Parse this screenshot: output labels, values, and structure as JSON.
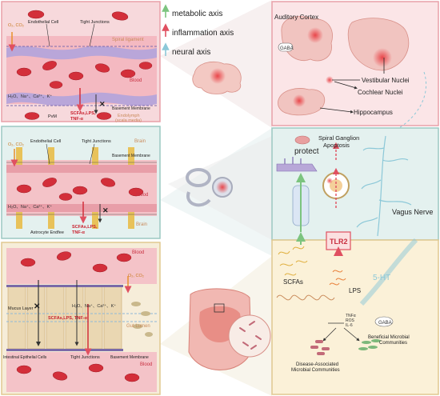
{
  "legend": {
    "metabolic": "metabolic axis",
    "inflammation": "inflammation axis",
    "neural": "neural axis",
    "metabolic_color": "#7cc47f",
    "inflammation_color": "#e05060",
    "neural_color": "#8cc8d8"
  },
  "panel_cochlea": {
    "o2_co2": "O₂, CO₂",
    "endothelial_cell": "Endothelial Cell",
    "tight_junctions": "Tight Junctions",
    "spiral_ligament": "Spiral ligament",
    "blood": "Blood",
    "ions": "H₂O、Na⁺、Ca²⁺、K⁺",
    "scfa": "SCFAs,LPS,",
    "tnf": "TNF-α",
    "pvm": "PvM",
    "basement_membrane": "Basement Membrane",
    "endolymph_1": "Endolymph",
    "endolymph_2": "(scala media)"
  },
  "panel_brain": {
    "o2_co2": "O₂, CO₂",
    "endothelial_cell": "Endothelial Cell",
    "tight_junctions": "Tight Junctions",
    "brain_top": "Brain",
    "basement_membrane": "Basement Membrane",
    "blood": "Blood",
    "ions": "H₂O、Na⁺、Ca²⁺、K⁺",
    "astrocyte": "Astrocyte Endfee",
    "scfa": "SCFAs,LPS,",
    "tnf": "TNF-α",
    "brain_bottom": "Brain"
  },
  "panel_gut": {
    "blood_top": "Blood",
    "o2_co2": "O₂, CO₂",
    "mucus_layer": "Mucus Layer",
    "ions": "H₂O、Na⁺、Ca²⁺、K⁺",
    "scfa": "SCFAs,LPS, TNF-α",
    "gut_lumen": "Gut Lumen",
    "intestinal": "Intestinal Epithelial Cells",
    "tight_junctions": "Tight Junctions",
    "basement_membrane": "Basement Membrane",
    "blood_bottom": "Blood"
  },
  "right_top": {
    "auditory_cortex": "Auditory Cortex",
    "gaba": "GABA",
    "vestibular_nuclei": "Vestibular Nuclei",
    "cochlear_nuclei": "Cochlear Nuclei",
    "hippocampus": "Hippocampus"
  },
  "right_mid": {
    "protect": "protect",
    "apoptosis_1": "Spiral Ganglion",
    "apoptosis_2": "Apoptosis",
    "tlr2": "TLR2",
    "vagus": "Vagus Nerve"
  },
  "right_bottom": {
    "scfas": "SCFAs",
    "lps": "LPS",
    "five_ht": "5-HT",
    "gaba": "GABA",
    "tnf": "TNFα",
    "ros": "ROS",
    "il6": "IL-6",
    "beneficial_1": "Beneficial Microbial",
    "beneficial_2": "Communities",
    "disease_1": "Disease-Associated",
    "disease_2": "Microbial Communities"
  }
}
